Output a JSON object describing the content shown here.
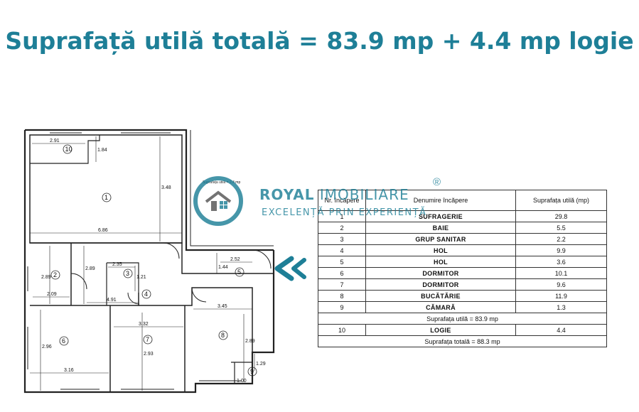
{
  "headline": "Suprafață utilă totală = 83.9 mp + 4.4 mp logie",
  "watermark": {
    "brand_a": "ROYAL",
    "brand_b": "IMOBILIARE",
    "registered": "®",
    "tagline": "EXCELENȚĂ PRIN EXPERIENȚĂ",
    "color": "#1e7f97"
  },
  "plan": {
    "small_note": "Suprafața utilă = 2,4 mp",
    "rooms": [
      "1",
      "2",
      "3",
      "4",
      "5",
      "6",
      "7",
      "8",
      "9",
      "10"
    ],
    "dims": [
      "2.91",
      "1.84",
      "3.48",
      "6.86",
      "2.89",
      "2.09",
      "2.89",
      "2.35",
      "1.21",
      "4.91",
      "1.44",
      "2.52",
      "3.45",
      "3.32",
      "2.93",
      "2.96",
      "3.16",
      "2.89",
      "1.29",
      "1.00"
    ]
  },
  "table": {
    "col_no": "Nr. încăpere",
    "col_name": "Denumire încăpere",
    "col_area": "Suprafața utilă (mp)",
    "rows": [
      {
        "no": "1",
        "name": "SUFRAGERIE",
        "area": "29.8"
      },
      {
        "no": "2",
        "name": "BAIE",
        "area": "5.5"
      },
      {
        "no": "3",
        "name": "GRUP SANITAR",
        "area": "2.2"
      },
      {
        "no": "4",
        "name": "HOL",
        "area": "9.9"
      },
      {
        "no": "5",
        "name": "HOL",
        "area": "3.6"
      },
      {
        "no": "6",
        "name": "DORMITOR",
        "area": "10.1"
      },
      {
        "no": "7",
        "name": "DORMITOR",
        "area": "9.6"
      },
      {
        "no": "8",
        "name": "BUCĂTĂRIE",
        "area": "11.9"
      },
      {
        "no": "9",
        "name": "CĂMARĂ",
        "area": "1.3"
      }
    ],
    "subtotal": "Suprafața utilă = 83.9 mp",
    "logie_row": {
      "no": "10",
      "name": "LOGIE",
      "area": "4.4"
    },
    "total": "Suprafața totală = 88.3 mp"
  },
  "icons": {
    "arrow": "double-chevron-left-icon"
  }
}
